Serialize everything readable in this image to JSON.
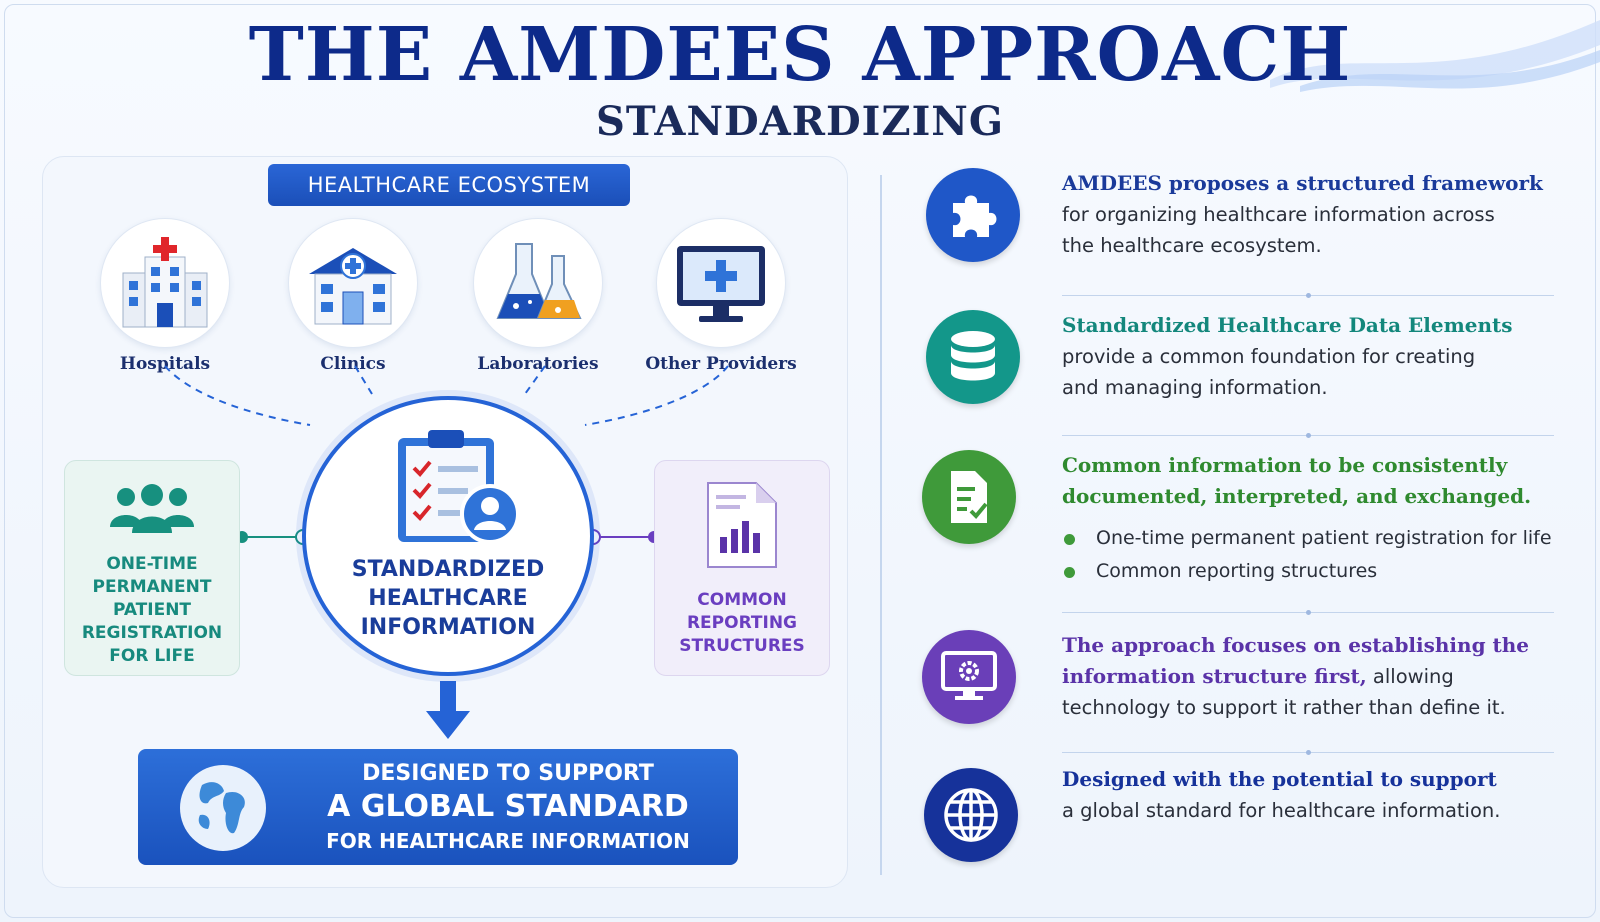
{
  "header": {
    "title": "THE AMDEES APPROACH",
    "subtitle": "STANDARDIZING"
  },
  "ecosystem": {
    "header": "HEALTHCARE ECOSYSTEM",
    "providers": [
      {
        "label": "Hospitals",
        "icon": "hospital-icon"
      },
      {
        "label": "Clinics",
        "icon": "clinic-icon"
      },
      {
        "label": "Laboratories",
        "icon": "lab-flask-icon"
      },
      {
        "label": "Other Providers",
        "icon": "monitor-medical-icon"
      }
    ],
    "center": {
      "line1": "STANDARDIZED",
      "line2": "HEALTHCARE",
      "line3": "INFORMATION",
      "icon": "clipboard-checklist-icon"
    },
    "left_box": {
      "lines": [
        "ONE-TIME",
        "PERMANENT",
        "PATIENT",
        "REGISTRATION",
        "FOR LIFE"
      ],
      "icon": "people-group-icon"
    },
    "right_box": {
      "lines": [
        "COMMON",
        "REPORTING",
        "STRUCTURES"
      ],
      "icon": "report-document-icon"
    },
    "global": {
      "line1": "DESIGNED TO SUPPORT",
      "line2": "A GLOBAL STANDARD",
      "line3": "FOR HEALTHCARE INFORMATION",
      "icon": "globe-icon"
    }
  },
  "points": [
    {
      "icon": "puzzle-icon",
      "color": "#1f57c8",
      "head": "AMDEES proposes a structured framework",
      "head_color": "#1a3a9a",
      "body_lines": [
        "for organizing healthcare information across",
        "the healthcare ecosystem."
      ]
    },
    {
      "icon": "database-icon",
      "color": "#13978a",
      "head": "Standardized Healthcare Data Elements",
      "head_color": "#13877c",
      "body_lines": [
        "provide a common foundation for creating",
        "and managing information."
      ]
    },
    {
      "icon": "document-check-icon",
      "color": "#3f9a3a",
      "head_lines": [
        "Common information to be consistently",
        "documented, interpreted, and exchanged."
      ],
      "head_color": "#2f8a2f",
      "bullets": [
        "One-time permanent patient registration for life",
        "Common reporting structures"
      ]
    },
    {
      "icon": "monitor-gear-icon",
      "color": "#6a3fb8",
      "head_lines": [
        "The approach focuses on establishing the",
        "information structure first,"
      ],
      "head_tail": " allowing",
      "head_color": "#5a33a8",
      "body_lines": [
        "technology to support it rather than define it."
      ]
    },
    {
      "icon": "globe-grid-icon",
      "color": "#16329a",
      "head": "Designed with the potential to support",
      "head_color": "#16329a",
      "body_lines": [
        "a global standard for healthcare information."
      ]
    }
  ]
}
